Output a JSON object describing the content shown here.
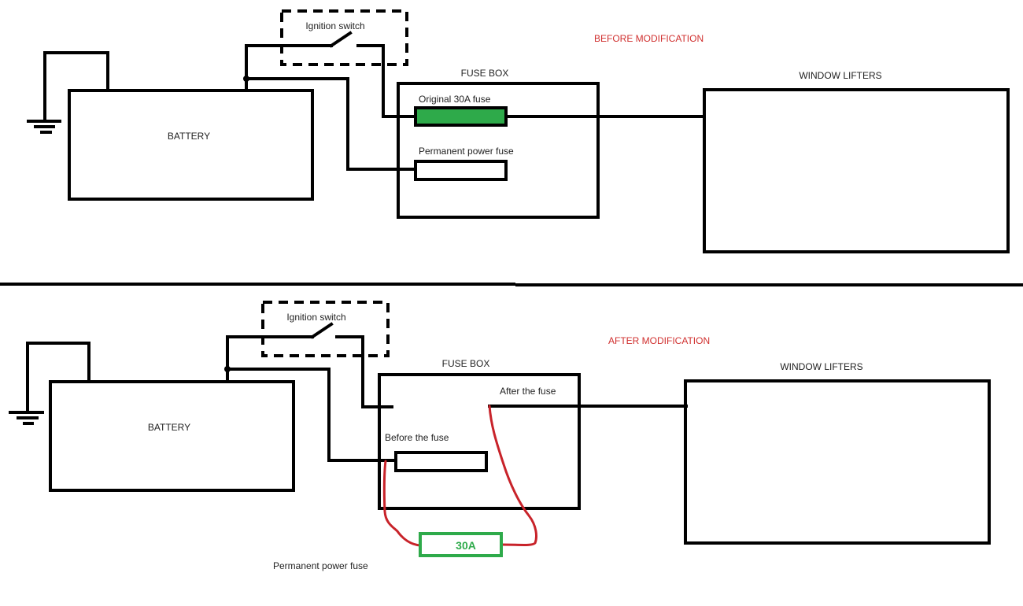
{
  "colors": {
    "wire": "#000000",
    "title_text": "#d0302f",
    "fuse_original_fill": "#2eaa4a",
    "added_wire": "#c8232a",
    "added_fuse_outline": "#2eaa4a",
    "added_fuse_text": "#2eaa4a"
  },
  "before": {
    "title": "BEFORE MODIFICATION",
    "battery_label": "BATTERY",
    "ignition_label": "Ignition switch",
    "fuse_box_label": "FUSE BOX",
    "original_fuse_label": "Original 30A fuse",
    "permanent_fuse_label": "Permanent power fuse",
    "window_lifters_label": "WINDOW LIFTERS"
  },
  "after": {
    "title": "AFTER MODIFICATION",
    "battery_label": "BATTERY",
    "ignition_label": "Ignition switch",
    "fuse_box_label": "FUSE BOX",
    "after_fuse_label": "After the fuse",
    "before_fuse_label": "Before the fuse",
    "added_fuse_label": "30A",
    "permanent_fuse_label": "Permanent power fuse",
    "window_lifters_label": "WINDOW LIFTERS"
  }
}
